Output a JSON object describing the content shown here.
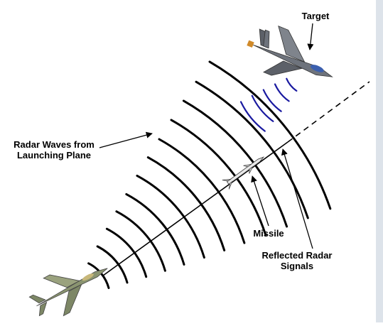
{
  "labels": {
    "target": "Target",
    "radar_waves_line1": "Radar Waves from",
    "radar_waves_line2": "Launching Plane",
    "missile": "Missile",
    "reflected_line1": "Reflected Radar",
    "reflected_line2": "Signals"
  },
  "colors": {
    "radar_waves": "#000000",
    "reflected_waves": "#1a1aa0",
    "background": "#ffffff",
    "target_aircraft": "#6e737c",
    "launch_aircraft": "#8a9470"
  },
  "icons": [
    "launching-plane-icon",
    "missile-icon",
    "target-plane-icon"
  ]
}
